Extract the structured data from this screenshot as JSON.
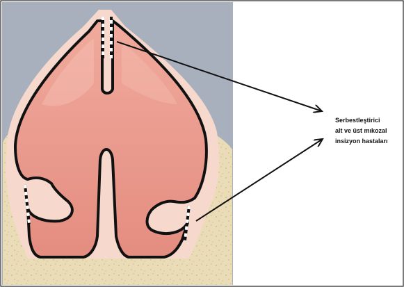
{
  "annotation": {
    "lines": [
      "Serbestleştirici",
      "alt ve üst mıkozal",
      "insizyon hastaları"
    ]
  },
  "colors": {
    "background_panel": "#a9b0bd",
    "bone": "#eadcb6",
    "bone_speckle": "#c8b48a",
    "tissue": "#ea9a8c",
    "tissue_highlight": "#f6c2b6",
    "mucosa_rim": "#f6d8cc",
    "outline": "#111111",
    "arrow": "#111111",
    "frame": "#222222"
  }
}
